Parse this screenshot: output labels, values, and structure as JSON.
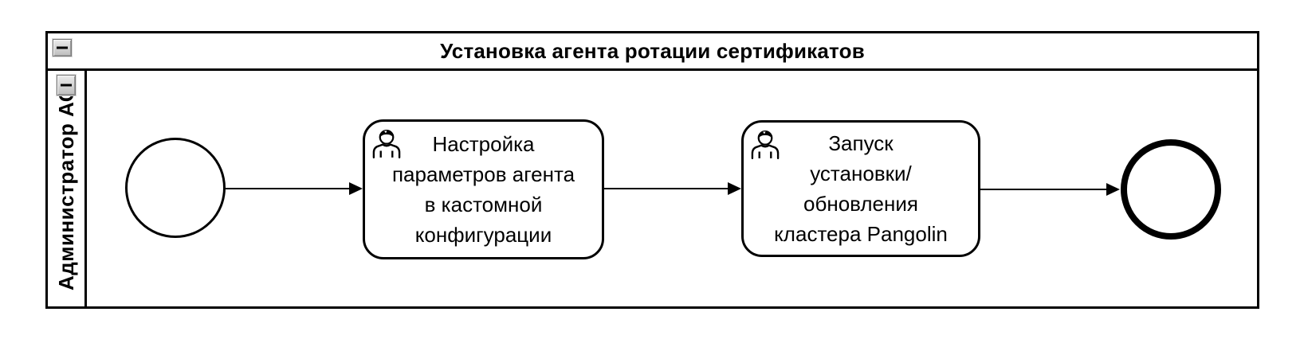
{
  "pool": {
    "title": "Установка агента ротации сертификатов",
    "lane": {
      "label": "Администратор АС"
    },
    "collapse_button_glyph": "minus"
  },
  "diagram": {
    "type": "bpmn-process",
    "start_event": {
      "kind": "start-event"
    },
    "end_event": {
      "kind": "end-event"
    },
    "tasks": [
      {
        "type": "user-task",
        "label": "Настройка параметров агента в кастомной конфигурации",
        "lines": [
          "Настройка",
          "параметров агента",
          "в кастомной",
          "конфигурации"
        ]
      },
      {
        "type": "user-task",
        "label": "Запуск установки/ обновления кластера Pangolin",
        "lines": [
          "Запуск",
          "установки/",
          "обновления",
          "кластера Pangolin"
        ]
      }
    ],
    "flows": [
      {
        "from": "start-event",
        "to": "task-1"
      },
      {
        "from": "task-1",
        "to": "task-2"
      },
      {
        "from": "task-2",
        "to": "end-event"
      }
    ]
  },
  "colors": {
    "stroke": "#000000",
    "background": "#ffffff",
    "button_face": "#cfcfcf",
    "button_border": "#7a7a7a"
  }
}
